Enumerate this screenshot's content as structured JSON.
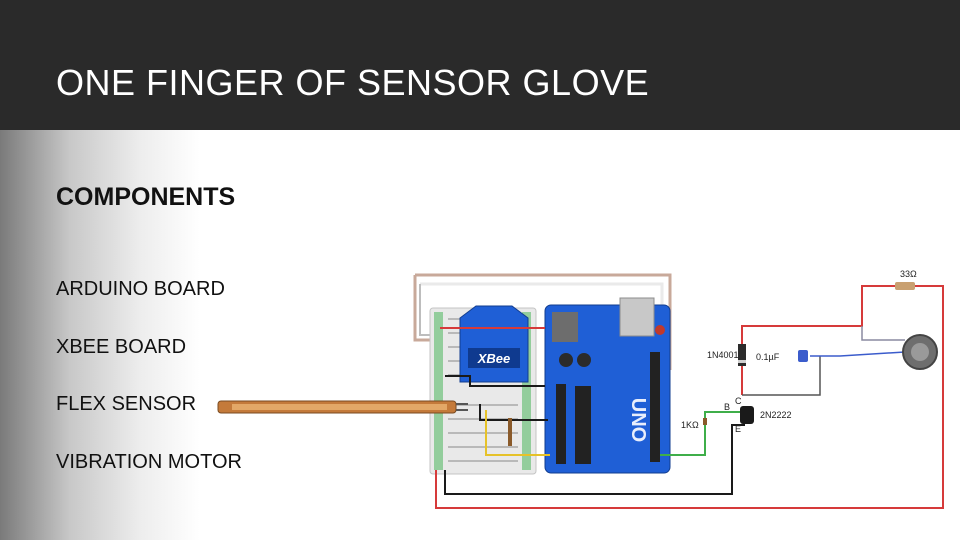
{
  "slide": {
    "title": "ONE FINGER OF SENSOR GLOVE",
    "heading": "COMPONENTS",
    "items": [
      "ARDUINO BOARD",
      "XBEE BOARD",
      "FLEX SENSOR",
      "VIBRATION MOTOR"
    ]
  },
  "circuit": {
    "xbee_logo": "XBee",
    "arduino_logo": "UNO",
    "labels": {
      "diode": "1N4001",
      "capacitor": "0.1µF",
      "resistor_motor": "33Ω",
      "resistor_base": "1KΩ",
      "transistor": "2N2222",
      "pin_b": "B",
      "pin_c": "C",
      "pin_e": "E"
    }
  },
  "colors": {
    "title_bar": "#2a2a2a",
    "arduino_blue": "#1f5fd6",
    "wire_red": "#d63a3a",
    "wire_black": "#1a1a1a",
    "wire_yellow": "#e6c229",
    "wire_green": "#3fae4a"
  }
}
